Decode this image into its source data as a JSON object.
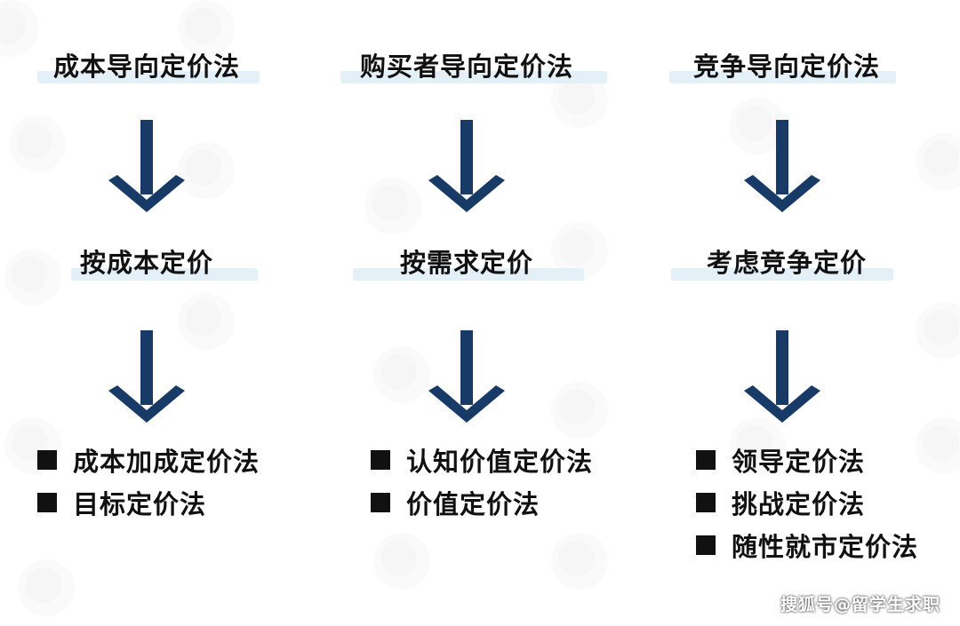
{
  "columns": [
    {
      "title": "成本导向定价法",
      "subtitle": "按成本定价",
      "items": [
        "成本加成定价法",
        "目标定价法"
      ]
    },
    {
      "title": "购买者导向定价法",
      "subtitle": "按需求定价",
      "items": [
        "认知价值定价法",
        "价值定价法"
      ]
    },
    {
      "title": "竞争导向定价法",
      "subtitle": "考虑竞争定价",
      "items": [
        "领导定价法",
        "挑战定价法",
        "随性就市定价法"
      ]
    }
  ],
  "footer": {
    "credit": "搜狐号@留学生求职"
  },
  "colors": {
    "arrow": "#173b66",
    "highlight": "#e4f0f8",
    "text": "#111111"
  },
  "icons": {
    "arrow": "down-arrow-icon",
    "bullet": "square-bullet-icon"
  }
}
